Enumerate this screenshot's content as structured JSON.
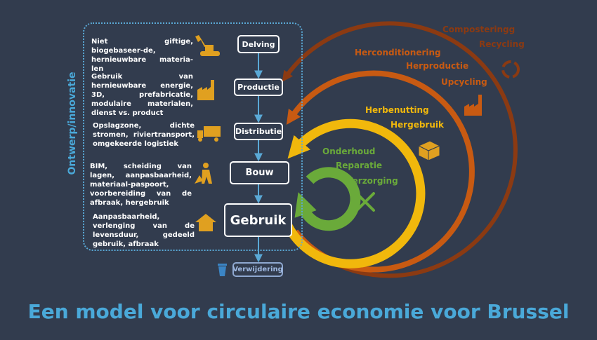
{
  "colors": {
    "background": "#323c4e",
    "accent": "#4aa9d9",
    "brown": "#8b3a12",
    "orange": "#c85a12",
    "yellow": "#f1b80c",
    "green": "#6aaa3a",
    "icon": "#e0a020"
  },
  "side_label": "Ontwerp/innovatie",
  "stages": [
    {
      "label": "Delving",
      "description": "Niet giftige, biogebaseer-de, hernieuwbare materia-len",
      "icon": "excavator-icon"
    },
    {
      "label": "Productie",
      "description": "Gebruik van hernieuwbare energie, 3D, prefabricatie, modulaire materialen, dienst vs. product",
      "icon": "factory-icon"
    },
    {
      "label": "Distributie",
      "description": "Opslagzone, dichte stromen, riviertransport, omgekeerde logistiek",
      "icon": "truck-icon"
    },
    {
      "label": "Bouw",
      "description": "BIM, scheiding van lagen, aanpasbaarheid, materiaal-paspoort, voorbereiding van de afbraak, hergebruik",
      "icon": "worker-icon"
    },
    {
      "label": "Gebruik",
      "description": "Aanpasbaarheid, verlenging van de levensduur, gedeeld gebruik, afbraak",
      "icon": "house-icon"
    }
  ],
  "disposal": {
    "label": "Verwijdering",
    "icon": "trash-icon"
  },
  "loops": {
    "outer": [
      "Composteringg",
      "Recycling"
    ],
    "second": [
      "Herconditionering",
      "Herproductie",
      "Upcycling"
    ],
    "third": [
      "Herbenutting",
      "Hergebruik"
    ],
    "inner": [
      "Onderhoud",
      "Reparatie",
      "Verzorging"
    ]
  },
  "title": "Een model voor circulaire economie voor Brussel"
}
